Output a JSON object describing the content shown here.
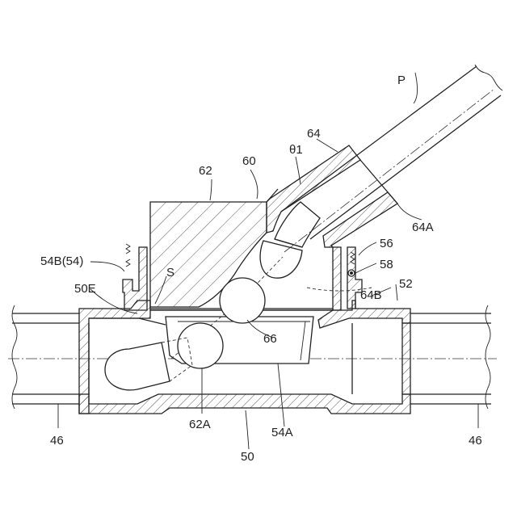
{
  "labels": {
    "p": "P",
    "l64": "64",
    "theta1": "θ1",
    "l60": "60",
    "l62": "62",
    "l64a": "64A",
    "l56": "56",
    "l58": "58",
    "l54b": "54B(54)",
    "s": "S",
    "l50e": "50E",
    "l64b": "64B",
    "l52": "52",
    "l66": "66",
    "l62a": "62A",
    "l54a": "54A",
    "l50": "50",
    "l46_left": "46",
    "l46_right": "46"
  }
}
